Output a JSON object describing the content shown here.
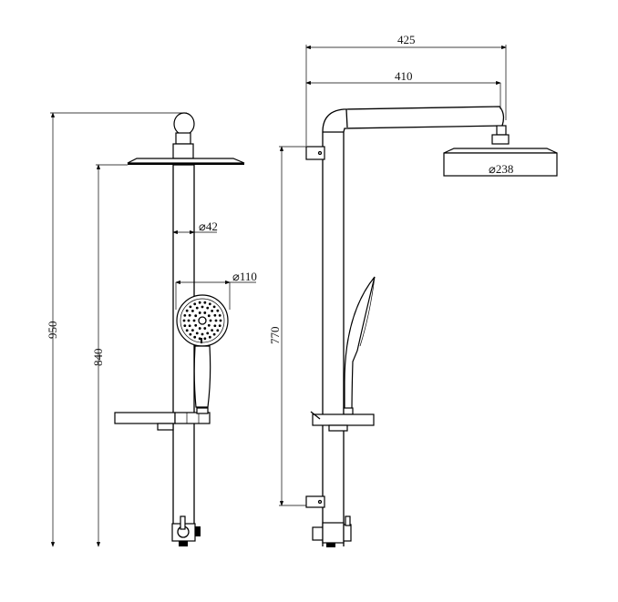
{
  "title": "Shower column dimension drawing",
  "front_view": {
    "dim_total_height": "950",
    "dim_head_height": "840",
    "dim_pipe_diameter": "⌀42",
    "dim_handshower_diameter": "⌀110"
  },
  "side_view": {
    "dim_total_reach": "425",
    "dim_arm_reach": "410",
    "dim_head_diameter": "⌀238",
    "dim_bracket_spacing": "770"
  },
  "colors": {
    "line": "#000000",
    "background": "#ffffff"
  }
}
